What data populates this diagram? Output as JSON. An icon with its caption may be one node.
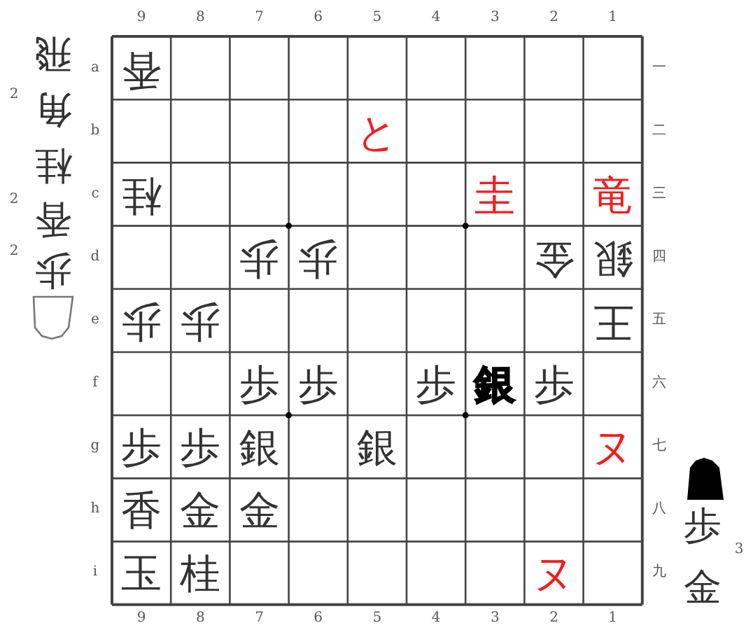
{
  "diagram": {
    "labels": [
      "9",
      "8",
      "7",
      "6",
      "5",
      "4",
      "3",
      "2",
      "1",
      "a",
      "香",
      "一",
      "b",
      "と",
      "二",
      "c",
      "桂",
      "圭",
      "竜",
      "三",
      "d",
      "歩",
      "歩",
      "金",
      "銀",
      "四",
      "e",
      "歩",
      "歩",
      "王",
      "五",
      "f",
      "歩",
      "歩",
      "歩",
      "銀",
      "歩",
      "六",
      "g",
      "歩",
      "歩",
      "銀",
      "銀",
      "ヌ",
      "七",
      "h",
      "香",
      "金",
      "金",
      "八",
      "i",
      "玉",
      "桂",
      "ヌ",
      "九",
      "9",
      "8",
      "7",
      "6",
      "5",
      "4",
      "3",
      "2",
      "1",
      "飛",
      "2",
      "角",
      "桂",
      "2",
      "香",
      "2",
      "歩",
      "歩",
      "3",
      "金"
    ]
  }
}
